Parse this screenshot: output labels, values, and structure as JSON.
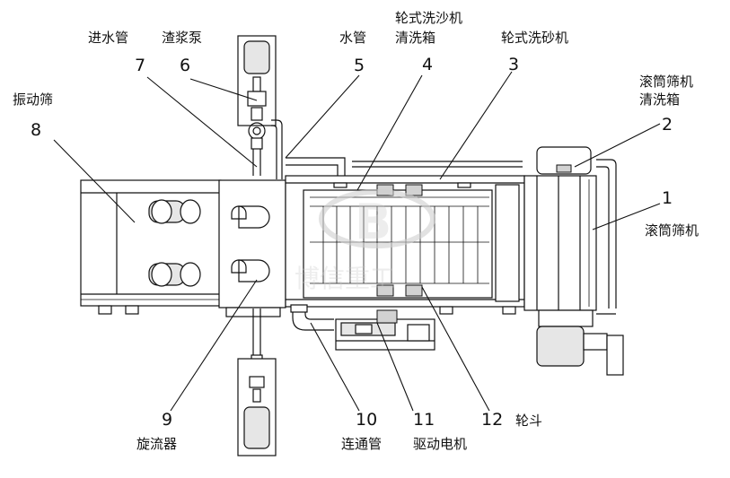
{
  "labels": {
    "l1": {
      "num": "1",
      "name": "滚筒筛机"
    },
    "l2": {
      "num": "2",
      "name_line1": "滚筒筛机",
      "name_line2": "清洗箱"
    },
    "l3": {
      "num": "3",
      "name": "轮式洗砂机"
    },
    "l4": {
      "num": "4",
      "name_line1": "轮式洗沙机",
      "name_line2": "清洗箱"
    },
    "l5": {
      "num": "5",
      "name": "水管"
    },
    "l6": {
      "num": "6",
      "name": "渣浆泵"
    },
    "l7": {
      "num": "7",
      "name": "进水管"
    },
    "l8": {
      "num": "8",
      "name": "振动筛"
    },
    "l9": {
      "num": "9",
      "name": "旋流器"
    },
    "l10": {
      "num": "10",
      "name": "连通管"
    },
    "l11": {
      "num": "11",
      "name": "驱动电机"
    },
    "l12": {
      "num": "12",
      "name": "轮斗"
    }
  },
  "watermark": {
    "text": "博信重工"
  }
}
